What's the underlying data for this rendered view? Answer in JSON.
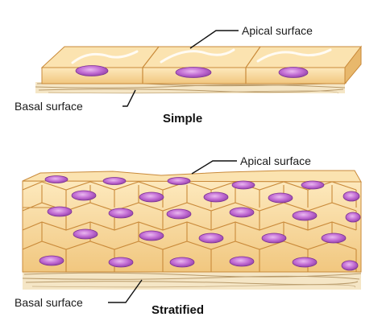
{
  "simple": {
    "apical_label": "Apical surface",
    "basal_label": "Basal surface",
    "caption": "Simple"
  },
  "stratified": {
    "apical_label": "Apical surface",
    "basal_label": "Basal surface",
    "caption": "Stratified"
  },
  "colors": {
    "cell_fill": "#f6d79a",
    "cell_top": "#fbe6b6",
    "cell_border": "#c98a3a",
    "nucleus_fill": "#b45cc8",
    "nucleus_highlight": "#e7b3ef",
    "basement_fill": "#f3e2bf",
    "fiber_line": "#b89a6a",
    "leader_line": "#111111"
  }
}
